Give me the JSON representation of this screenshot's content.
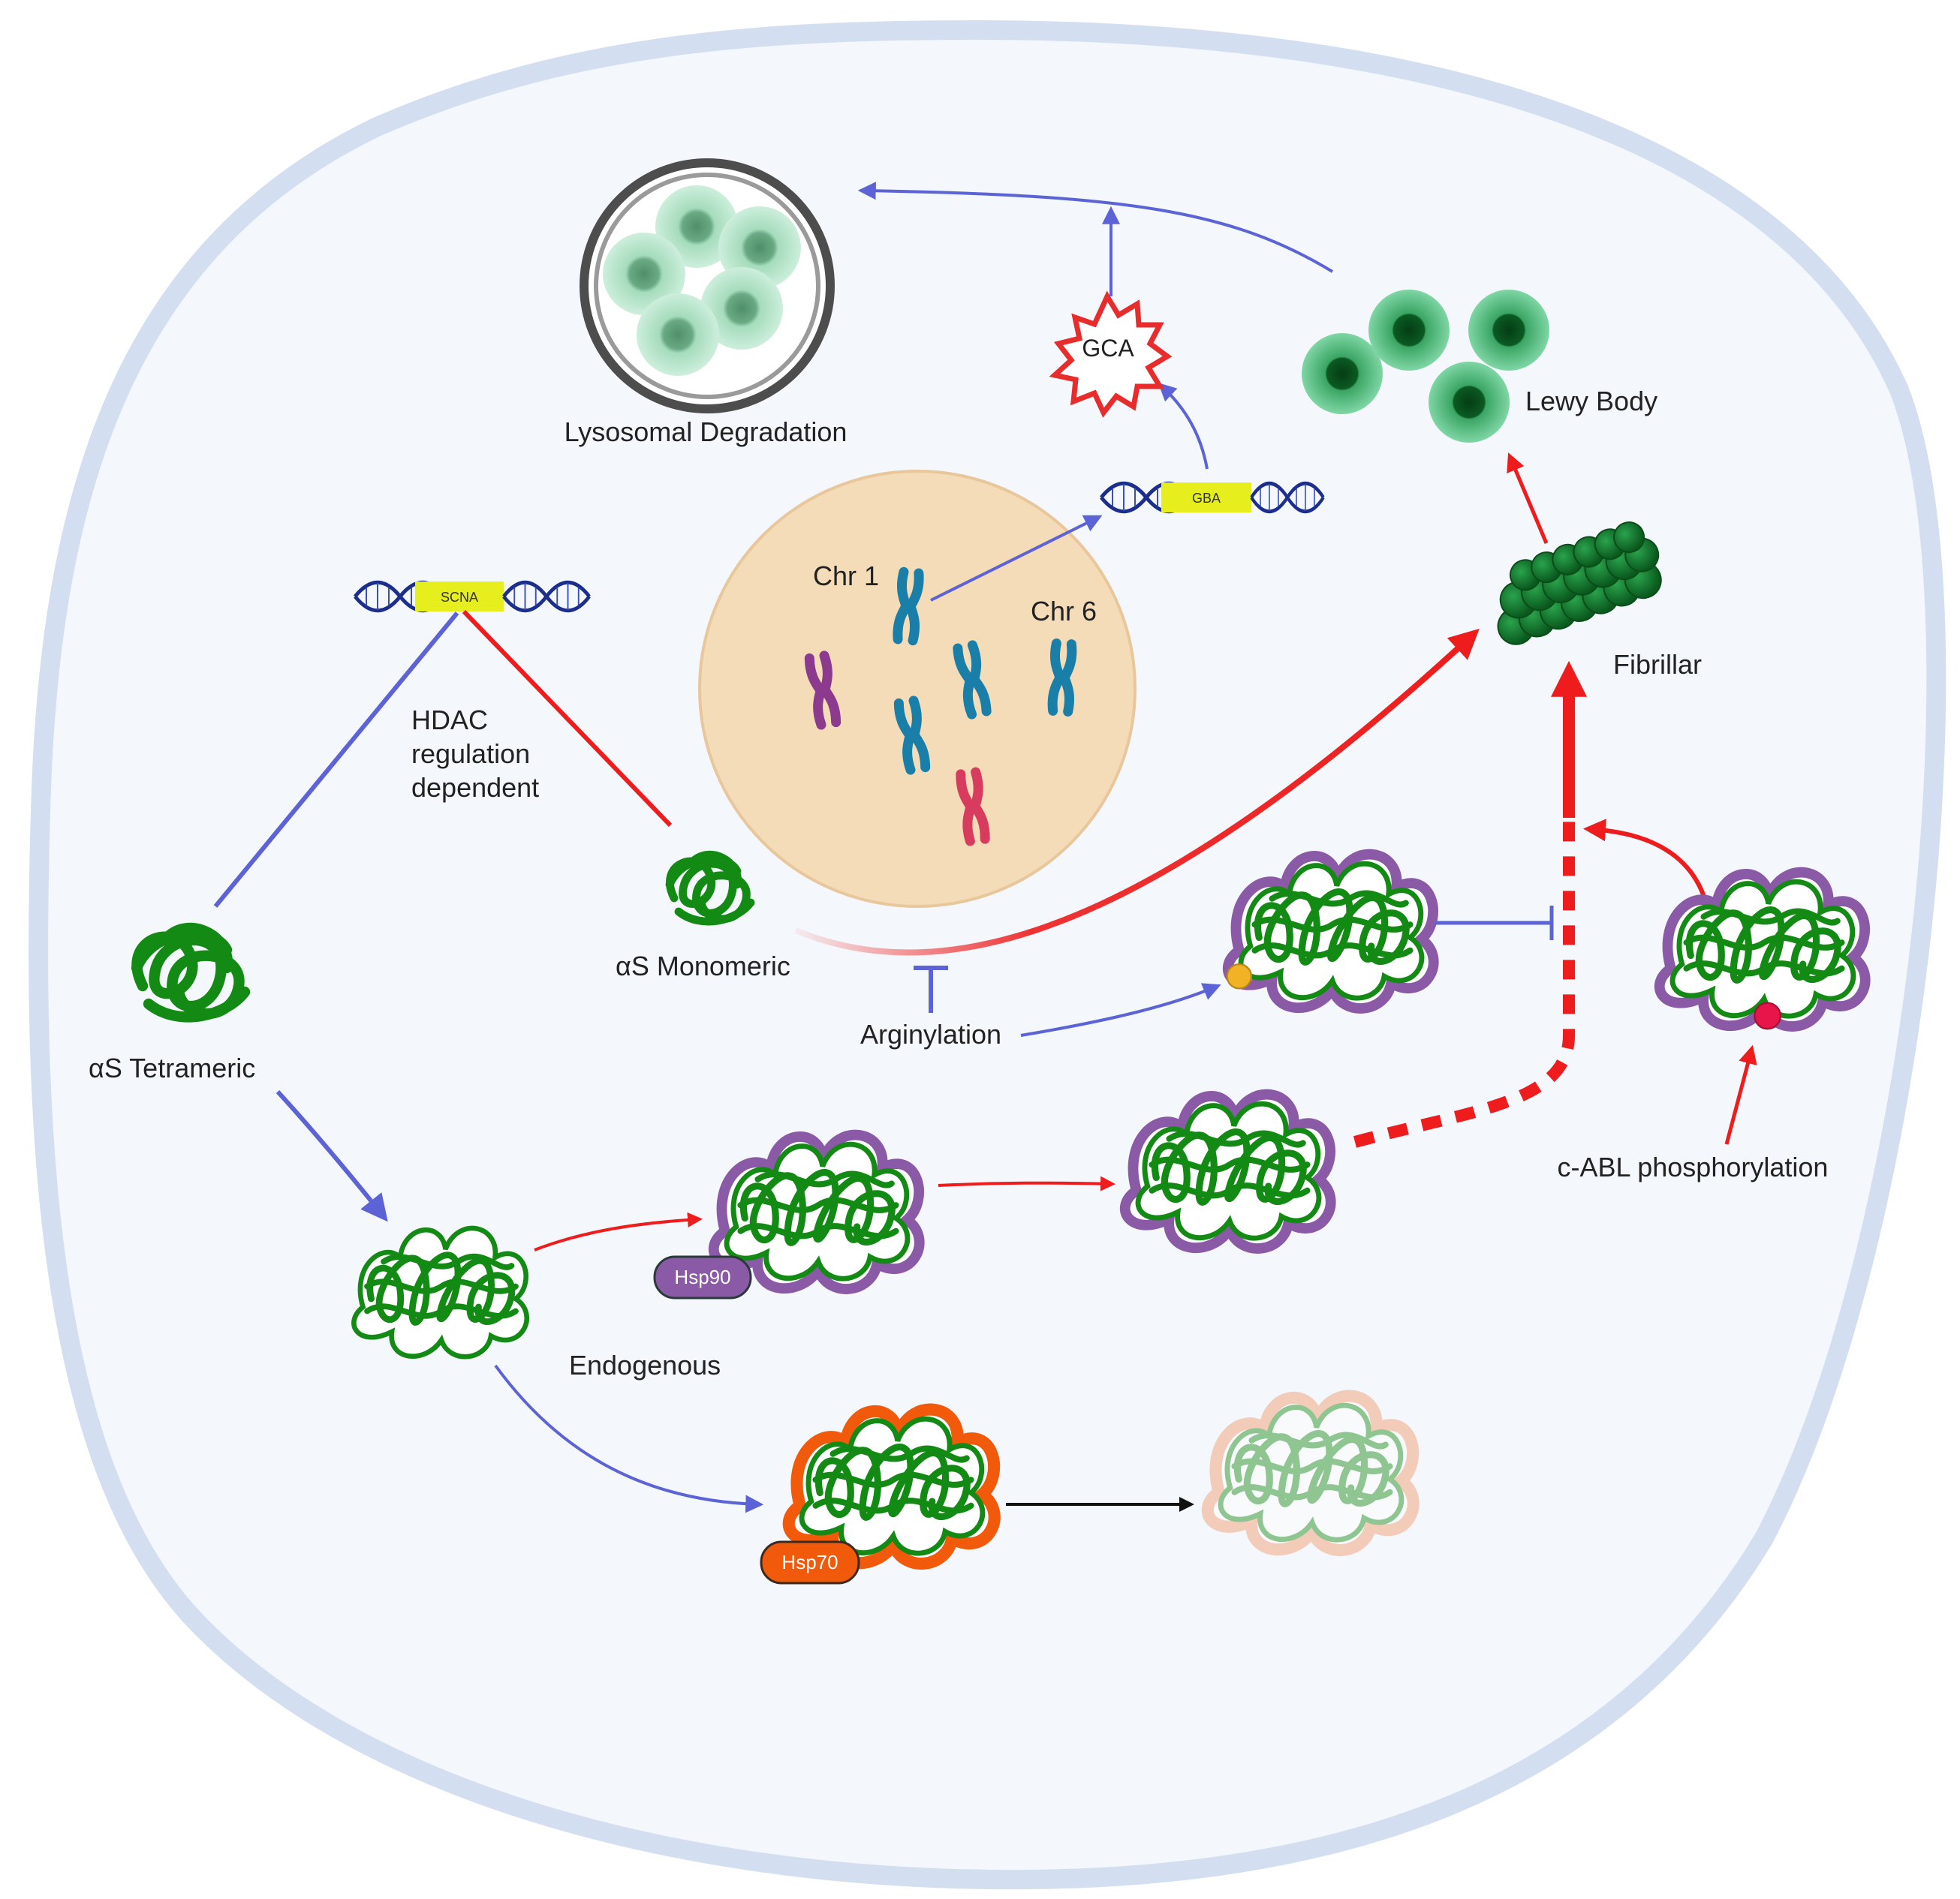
{
  "labels": {
    "lysosomal": "Lysosomal Degradation",
    "gca": "GCA",
    "gba": "GBA",
    "lewy": "Lewy Body",
    "scna": "SCNA",
    "hdac_line1": "HDAC",
    "hdac_line2": "regulation",
    "hdac_line3": "dependent",
    "chr1": "Chr 1",
    "chr6": "Chr 6",
    "fibrillar": "Fibrillar",
    "monomeric": "αS Monomeric",
    "tetrameric": "αS Tetrameric",
    "arginylation": "Arginylation",
    "cabl": "c-ABL phosphorylation",
    "endogenous": "Endogenous",
    "hsp90": "Hsp90",
    "hsp70": "Hsp70"
  },
  "colors": {
    "cell_fill": "#f4f7fb",
    "cell_border": "#d3dff0",
    "nucleus": "#f4dcb8",
    "activating_arrow": "#ee1c1c",
    "blue_arrow": "#5b63d6",
    "protein_green": "#138a13",
    "hsp90_purple": "#8a5aa6",
    "hsp70_orange": "#f05a0a",
    "gene_yellow": "#e6ee1e"
  },
  "icons": [
    "lysosome-icon",
    "lewy-body-icon",
    "chromosome-icon",
    "dna-icon",
    "protein-aggregate-icon",
    "fibril-icon"
  ]
}
